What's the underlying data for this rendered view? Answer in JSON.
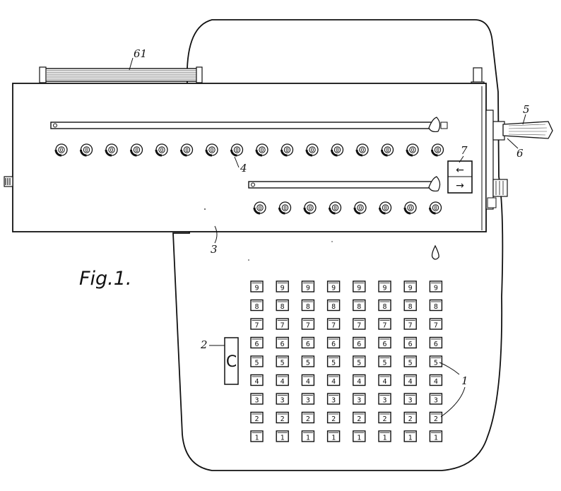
{
  "figure": {
    "title": "Fig.1.",
    "reference_numerals": {
      "carriage_rod": "61",
      "crank_handle": "5",
      "crank_hub": "6",
      "direction_switch": "7",
      "dial_row": "4",
      "carriage": "3",
      "clear_key": "2",
      "setting_keys": "1"
    },
    "clear_key_label": "C",
    "upper_dials": {
      "count": 16,
      "digit": "0"
    },
    "lower_dials": {
      "count": 8,
      "digit": "0"
    },
    "keyboard": {
      "columns": 8,
      "row_digits": [
        "9",
        "8",
        "7",
        "6",
        "5",
        "4",
        "3",
        "2",
        "1"
      ]
    },
    "direction_switch_arrows": [
      "←",
      "→"
    ],
    "colors": {
      "ink": "#111111",
      "paper": "#ffffff",
      "hatch": "#444444"
    }
  }
}
